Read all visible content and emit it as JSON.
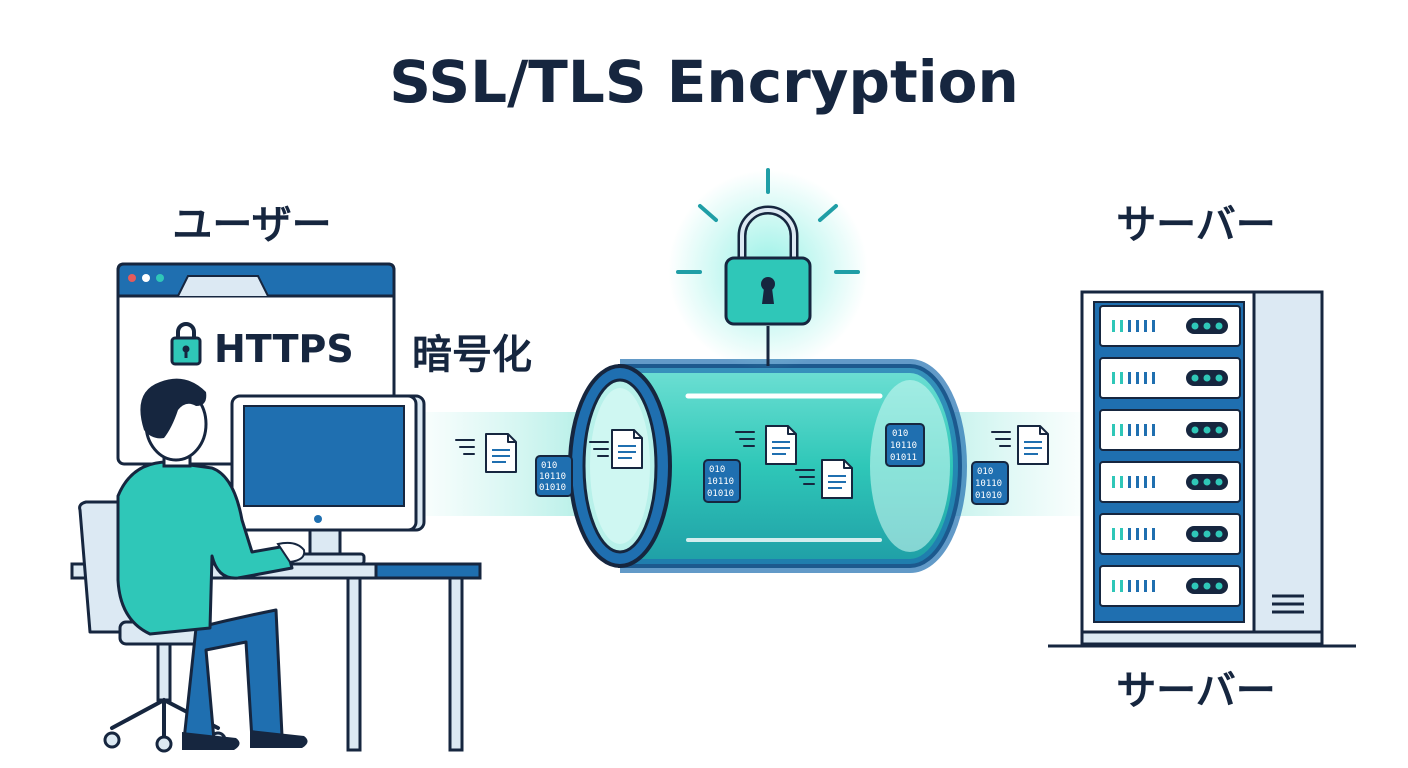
{
  "title": "SSL/TLS Encryption",
  "user_label": "ユーザー",
  "server_label_top": "サーバー",
  "server_label_bottom": "サーバー",
  "browser": {
    "address_text": "HTTPS"
  },
  "encryption_label": "暗号化",
  "binary_packets": {
    "line1": "010",
    "line2": "10110",
    "line3": "01010",
    "line3_alt": "01011"
  },
  "colors": {
    "navy": "#16263f",
    "blue": "#1f6fb0",
    "teal": "#2fc7b8",
    "aqua": "#7fe3d8",
    "light_blue": "#dce9f3"
  },
  "icons": [
    "lock-icon",
    "padlock-icon",
    "document-icon",
    "binary-packet-icon",
    "server-rack-icon",
    "monitor-icon",
    "chair-icon"
  ]
}
